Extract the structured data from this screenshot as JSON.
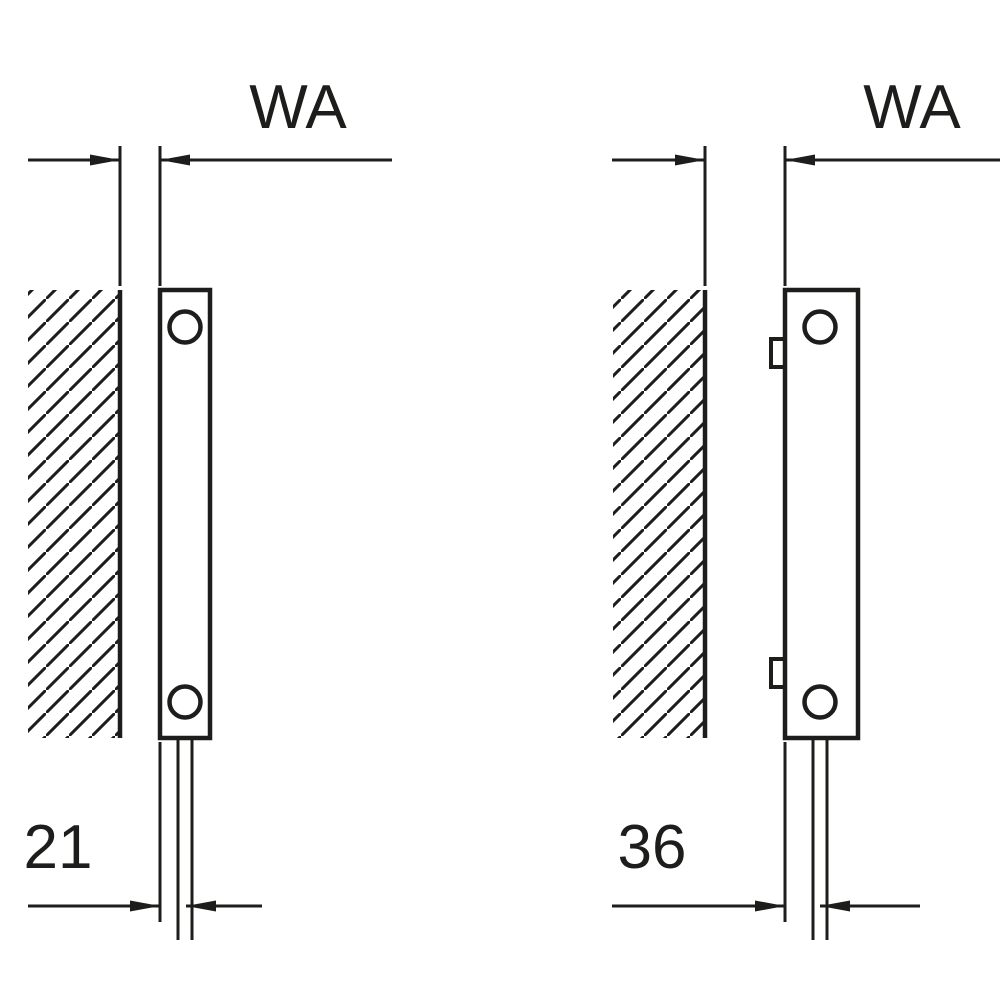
{
  "drawing": {
    "background_color": "#ffffff",
    "line_color": "#1d1d1b",
    "views": {
      "left": {
        "wall_distance_label": "WA",
        "pipe_offset_value": "21"
      },
      "right": {
        "wall_distance_label": "WA",
        "pipe_offset_value": "36"
      }
    }
  }
}
